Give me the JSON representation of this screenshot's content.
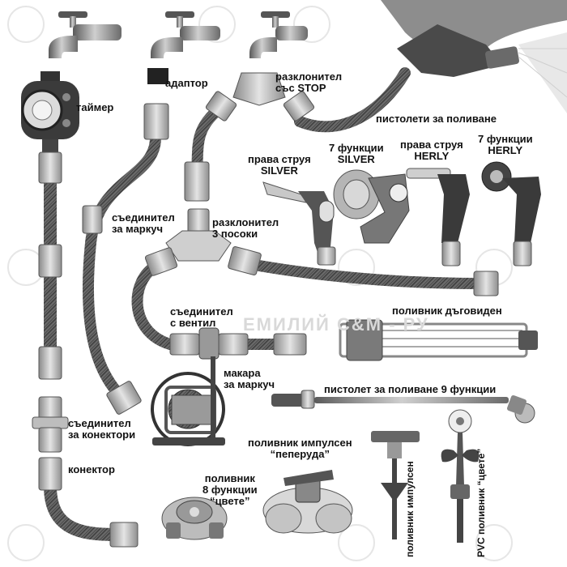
{
  "labels": {
    "timer": "таймер",
    "adapter": "адаптор",
    "splitter_stop": [
      "разклонител",
      "със STOP"
    ],
    "spray_guns": "пистолети за поливане",
    "straight_silver": [
      "права струя",
      "SILVER"
    ],
    "seven_silver": [
      "7 функции",
      "SILVER"
    ],
    "straight_herly": [
      "права струя",
      "HERLY"
    ],
    "seven_herly": [
      "7 функции",
      "HERLY"
    ],
    "hose_connector": [
      "съединител",
      "за маркуч"
    ],
    "splitter_3": [
      "разклонител",
      "3 посоки"
    ],
    "valve_connector": [
      "съединител",
      "с вентил"
    ],
    "oscillating_sprinkler": "поливник дъговиден",
    "hose_reel": [
      "макара",
      "за маркуч"
    ],
    "gun_9": "пистолет за поливане 9 функции",
    "connector_coupler": [
      "съединител",
      "за конектори"
    ],
    "impulse_butterfly": [
      "поливник импулсен",
      "“пеперуда”"
    ],
    "connector": "конектор",
    "flower_sprinkler": [
      "поливник",
      "8 функции",
      "“цвете”"
    ],
    "impulse_sprinkler": [
      "поливник",
      "импулсен"
    ],
    "pvc_flower": [
      "PVC поливник",
      "“цвете”"
    ]
  },
  "watermark": "ЕМИЛИЙ С&М - РУ",
  "icons": [
    "faucet-icon",
    "timer-icon",
    "adapter-icon",
    "y-splitter-icon",
    "hand-spray-gun-icon",
    "spray-gun-icon",
    "hose-icon",
    "t-splitter-icon",
    "valve-connector-icon",
    "oscillating-sprinkler-icon",
    "hose-reel-icon",
    "spray-lance-icon",
    "coupler-icon",
    "impulse-sprinkler-icon",
    "flower-sprinkler-icon",
    "pvc-flower-icon"
  ]
}
